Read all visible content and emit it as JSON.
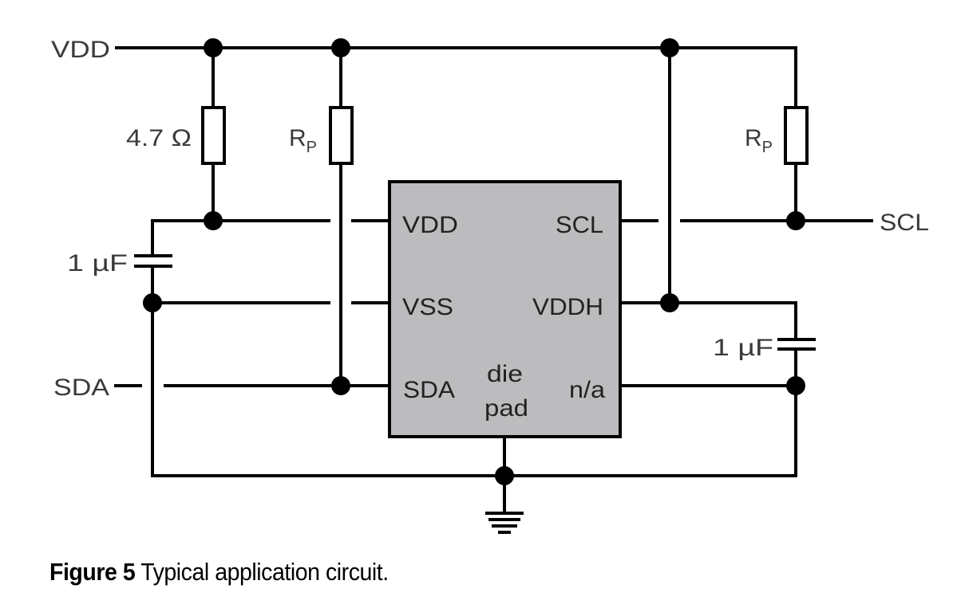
{
  "diagram": {
    "type": "circuit-schematic",
    "net_labels": {
      "vdd": "VDD",
      "sda": "SDA",
      "scl": "SCL"
    },
    "components": {
      "r_series": {
        "label": "4.7 Ω"
      },
      "r_pullup_sda": {
        "label": "R",
        "subscript": "P"
      },
      "r_pullup_scl": {
        "label": "R",
        "subscript": "P"
      },
      "c_vdd": {
        "label": "1 µF"
      },
      "c_vddh": {
        "label": "1 µF"
      }
    },
    "chip": {
      "pins": {
        "vdd": "VDD",
        "vss": "VSS",
        "sda": "SDA",
        "scl": "SCL",
        "vddh": "VDDH",
        "na": "n/a",
        "die_pad_line1": "die",
        "die_pad_line2": "pad"
      },
      "fill_color": "#bcbcbe"
    },
    "ground": {
      "symbol": "ground-icon"
    }
  },
  "caption": {
    "figure_label": "Figure 5",
    "text": " Typical application circuit."
  }
}
